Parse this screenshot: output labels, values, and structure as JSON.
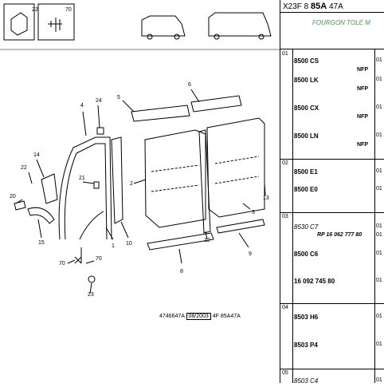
{
  "header": {
    "prefix": "X23F 8",
    "bold": "85A",
    "suffix": "47A"
  },
  "subtitle": "FOURGON TOLE M",
  "groups": [
    {
      "num": "01",
      "rows": [
        {
          "ref": "8500 CS",
          "note": "NFP",
          "col": "01"
        },
        {
          "ref": "8500 LK",
          "note": "NFP",
          "col": "01"
        },
        {
          "ref": "8500 CX",
          "note": "NFP",
          "col": "01"
        },
        {
          "ref": "8500 LN",
          "note": "NFP",
          "col": "01"
        }
      ]
    },
    {
      "num": "02",
      "rows": [
        {
          "ref": "8500 E1",
          "col": "01"
        },
        {
          "ref": "8500 E0",
          "col": "01"
        }
      ]
    },
    {
      "num": "03",
      "rows": [
        {
          "ref": "8530 C7",
          "col": "01"
        },
        {
          "ref": "RP 16 062 777 80",
          "col": "01"
        },
        {
          "ref": "8500 C6",
          "col": "01"
        },
        {
          "ref": "16 092 745 80",
          "col": "01"
        }
      ]
    },
    {
      "num": "04",
      "rows": [
        {
          "ref": "8503 H6",
          "col": "01"
        },
        {
          "ref": "8503 P4",
          "col": "01"
        }
      ]
    },
    {
      "num": "05",
      "rows": [
        {
          "ref": "8503 C4",
          "col": "01"
        }
      ]
    }
  ],
  "callouts": {
    "c1": "1",
    "c2": "2",
    "c3": "3",
    "c4": "4",
    "c5": "5",
    "c6": "6",
    "c8": "8",
    "c9": "9",
    "c10": "10",
    "c12": "12",
    "c13": "13",
    "c14": "14",
    "c15": "15",
    "c20": "20",
    "c21": "21",
    "c22a": "22",
    "c22b": "22",
    "c23": "23",
    "c24": "24",
    "c70a": "70",
    "c70b": "70",
    "c70c": "70"
  },
  "footer": {
    "code": "4746647A",
    "date": "08/2003",
    "ref": "4F 85A47A"
  }
}
